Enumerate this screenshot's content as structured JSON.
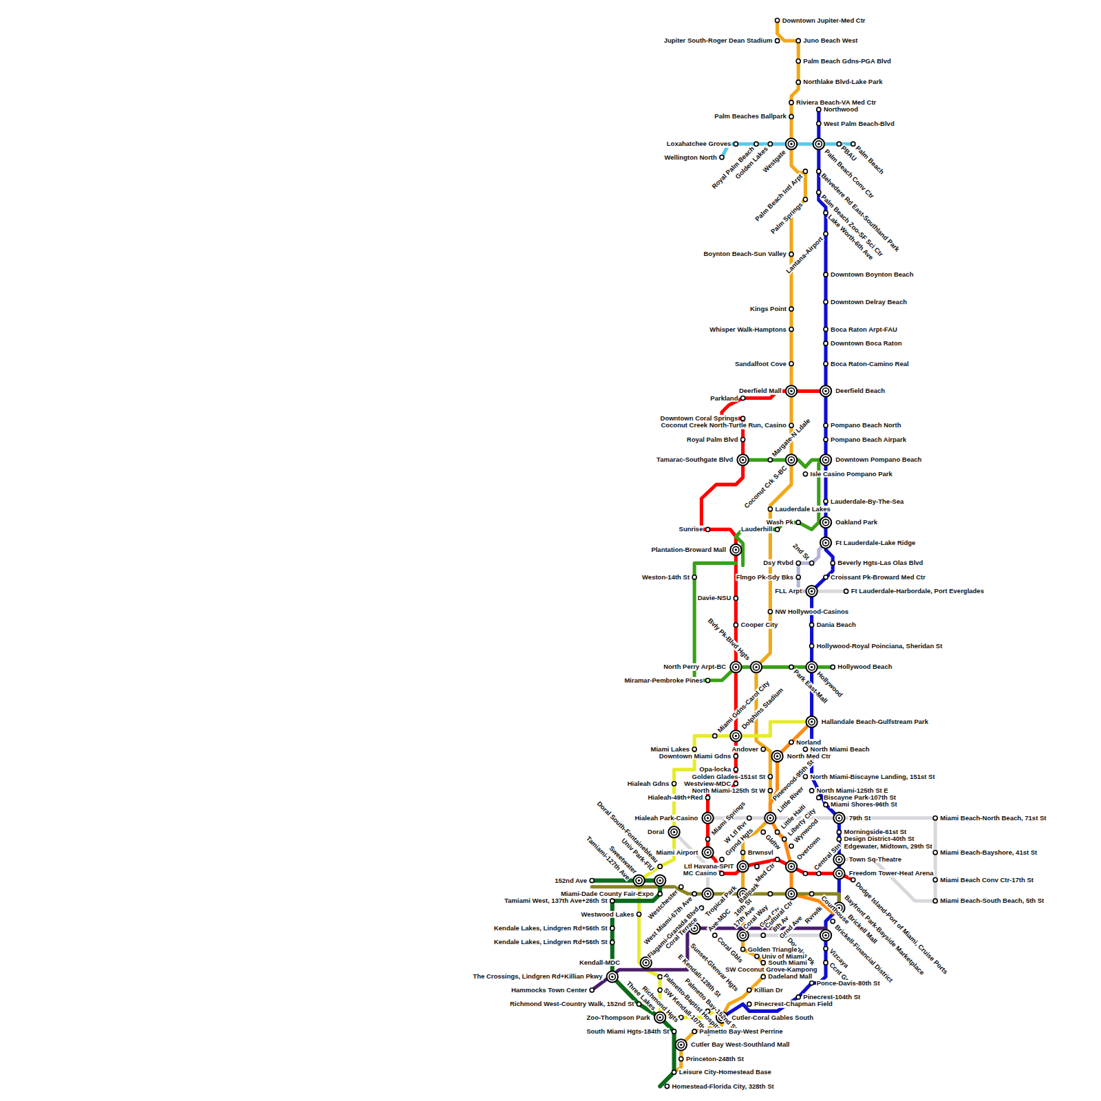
{
  "diagram": {
    "labels": [
      "Downtown Jupiter-Med Ctr",
      "Jupiter South-Roger Dean Stadium",
      "Juno Beach West",
      "Palm Beach Gdns-PGA Blvd",
      "Northlake Blvd-Lake Park",
      "Riviera Beach-VA Med Ctr",
      "Northwood",
      "Palm Beaches Ballpark",
      "West Palm Beach-Blvd",
      "Loxahatchee Groves",
      "Wellington North",
      "Royal Palm Beach",
      "Golden Lakes",
      "Westgate",
      "PBAU",
      "Palm Beach",
      "Palm Beach Conv Ctr",
      "Palm Beach Intl Arpt",
      "Belvedere Rd East-Southland Park",
      "Palm Springs",
      "Palm Beach Zoo-SF Sci Ctr",
      "Lake Worth-6th Ave",
      "Lantana-Airport",
      "Boynton Beach-Sun Valley",
      "Downtown Boynton Beach",
      "Downtown Delray Beach",
      "Kings Point",
      "Whisper Walk-Hamptons",
      "Boca Raton Arpt-FAU",
      "Downtown Boca Raton",
      "Sandalfoot Cove",
      "Boca Raton-Camino Real",
      "Deerfield Mall",
      "Deerfield Beach",
      "Parkland",
      "Downtown Coral Springs",
      "Coconut Creek North-Turtle Run, Casino",
      "Pompano Beach North",
      "Royal Palm Blvd",
      "Pompano Beach Airpark",
      "Tamarac-Southgate Blvd",
      "Margate-N Ldale",
      "Downtown Pompano Beach",
      "Isle Casino Pompano Park",
      "Coconut Crk S-BC",
      "Lauderdale-By-The-Sea",
      "Lauderdale Lakes",
      "Wash Pk",
      "Oakland Park",
      "Sunrise",
      "Lauderhill",
      "Ft Lauderdale-Lake Ridge",
      "Plantation-Broward Mall",
      "2nd St",
      "Dsy Rvbd",
      "Beverly Hgts-Las Olas Blvd",
      "Weston-14th St",
      "Flmgo Pk-Sdy Bks",
      "Croissant Pk-Broward Med Ctr",
      "FLL Arpt",
      "Ft Lauderdale-Harbordale, Port Everglades",
      "Davie-NSU",
      "NW Hollywood-Casinos",
      "Cooper City",
      "Dania Beach",
      "Hollywood-Royal Poinciana, Sheridan St",
      "Bvly Pk-Blvd Hgts",
      "North Perry Arpt-BC",
      "Park East-Mall",
      "Hollywood",
      "Hollywood Beach",
      "Miramar-Pembroke Pines",
      "Hallandale Beach-Gulfstream Park",
      "Miami Gdns-Carol City",
      "Dolphins Stadium",
      "Norland",
      "North Miami Beach",
      "Miami Lakes",
      "Andover",
      "Downtown Miami Gdns",
      "North Med Ctr",
      "Opa-locka",
      "Golden Glades-151st St",
      "North Miami-Biscayne Landing, 151st St",
      "Hialeah Gdns",
      "Westview-MDC",
      "North Miami-125th St W",
      "North Miami-125th St E",
      "Hialeah-49th+Red",
      "Biscayne Park-107th St",
      "Pinewood-95th St",
      "Miami Shores-96th St",
      "Little River",
      "Hialeah Park-Casino",
      "W Ltl Rvr",
      "79th St",
      "Miami Beach-North Beach, 71st St",
      "Doral",
      "Little Haiti",
      "Morningside-61st St",
      "Miami Springs",
      "Liberty City",
      "Gldtw",
      "Design District-40th St",
      "Wynwood",
      "Edgewater, Midtown, 29th St",
      "Miami Airport",
      "Brwnsvl",
      "Miami Beach-Bayshore, 41st St",
      "Grpnd Hgts",
      "Overtown",
      "Town Sq-Theatre",
      "Ltl Havana-SPIT",
      "Med Ctr",
      "Central Stn",
      "Freedom Tower-Heat Arena",
      "MC Casino",
      "Doral South-Fontainebleau",
      "Univ Park-FIU",
      "Sweetwater",
      "Tamiami-127th Ave",
      "152nd Ave",
      "Dodge Island-Port of Miami, Cruise Ports",
      "Miami Beach Conv Ctr-17th St",
      "Ballpark",
      "Courthouse",
      "Miami-Dade County Fair-Expo",
      "Westchester",
      "West Miami-67th Ave",
      "Tropical Park",
      "16th St",
      "17th Ave",
      "Tamiami West, 137th Ave+26th St",
      "Miami Beach-South Beach, 5th St",
      "Bayfront Park-Bayside Marketplace",
      "Flagami-Granada Blvd",
      "Coral Terrace",
      "Ave-MDC",
      "Coral Way",
      "Govt Ctr",
      "Cultural Ctr",
      "8th Av",
      "Grnd Ave",
      "Rvrwlk",
      "Brickell Mall",
      "Brickell-Financial District",
      "Westwood Lakes",
      "Kendale Lakes, Lindgren Rd+56th St",
      "Coral Gbls",
      "Sunset-Glenvar Hgts",
      "Douglas Pk",
      "Vizcaya",
      "Kendale Lakes, Lindgren Rd+56th St",
      "Golden Triangle",
      "E Kendall-128th St",
      "Univ of Miami",
      "Ccnt Grv",
      "Kendall-MDC",
      "South Miami",
      "Palmetto-Baptist Hospital",
      "SW Coconut Grove-Kampong",
      "The Crossings, Lindgren Rd+Killian Pkwy",
      "Dadeland Mall",
      "Three Lakes",
      "Palmetto Bay-152nd St",
      "Ponce-Davis-80th St",
      "SW Kendall-107th Av",
      "Richmond Hgts",
      "Hammocks Town Center",
      "Killian Dr",
      "Pinecrest-104th St",
      "Richmond West-Country Walk, 152nd St",
      "Pinecrest-Chapman Field",
      "Zoo-Thompson Park",
      "Cutler-Coral Gables South",
      "South Miami Hgts-184th St",
      "Palmetto Bay-West Perrine",
      "Cutler Bay West-Southland Mall",
      "Princeton-248th St",
      "Leisure City-Homestead Base",
      "Homestead-Florida City, 328th St"
    ]
  }
}
